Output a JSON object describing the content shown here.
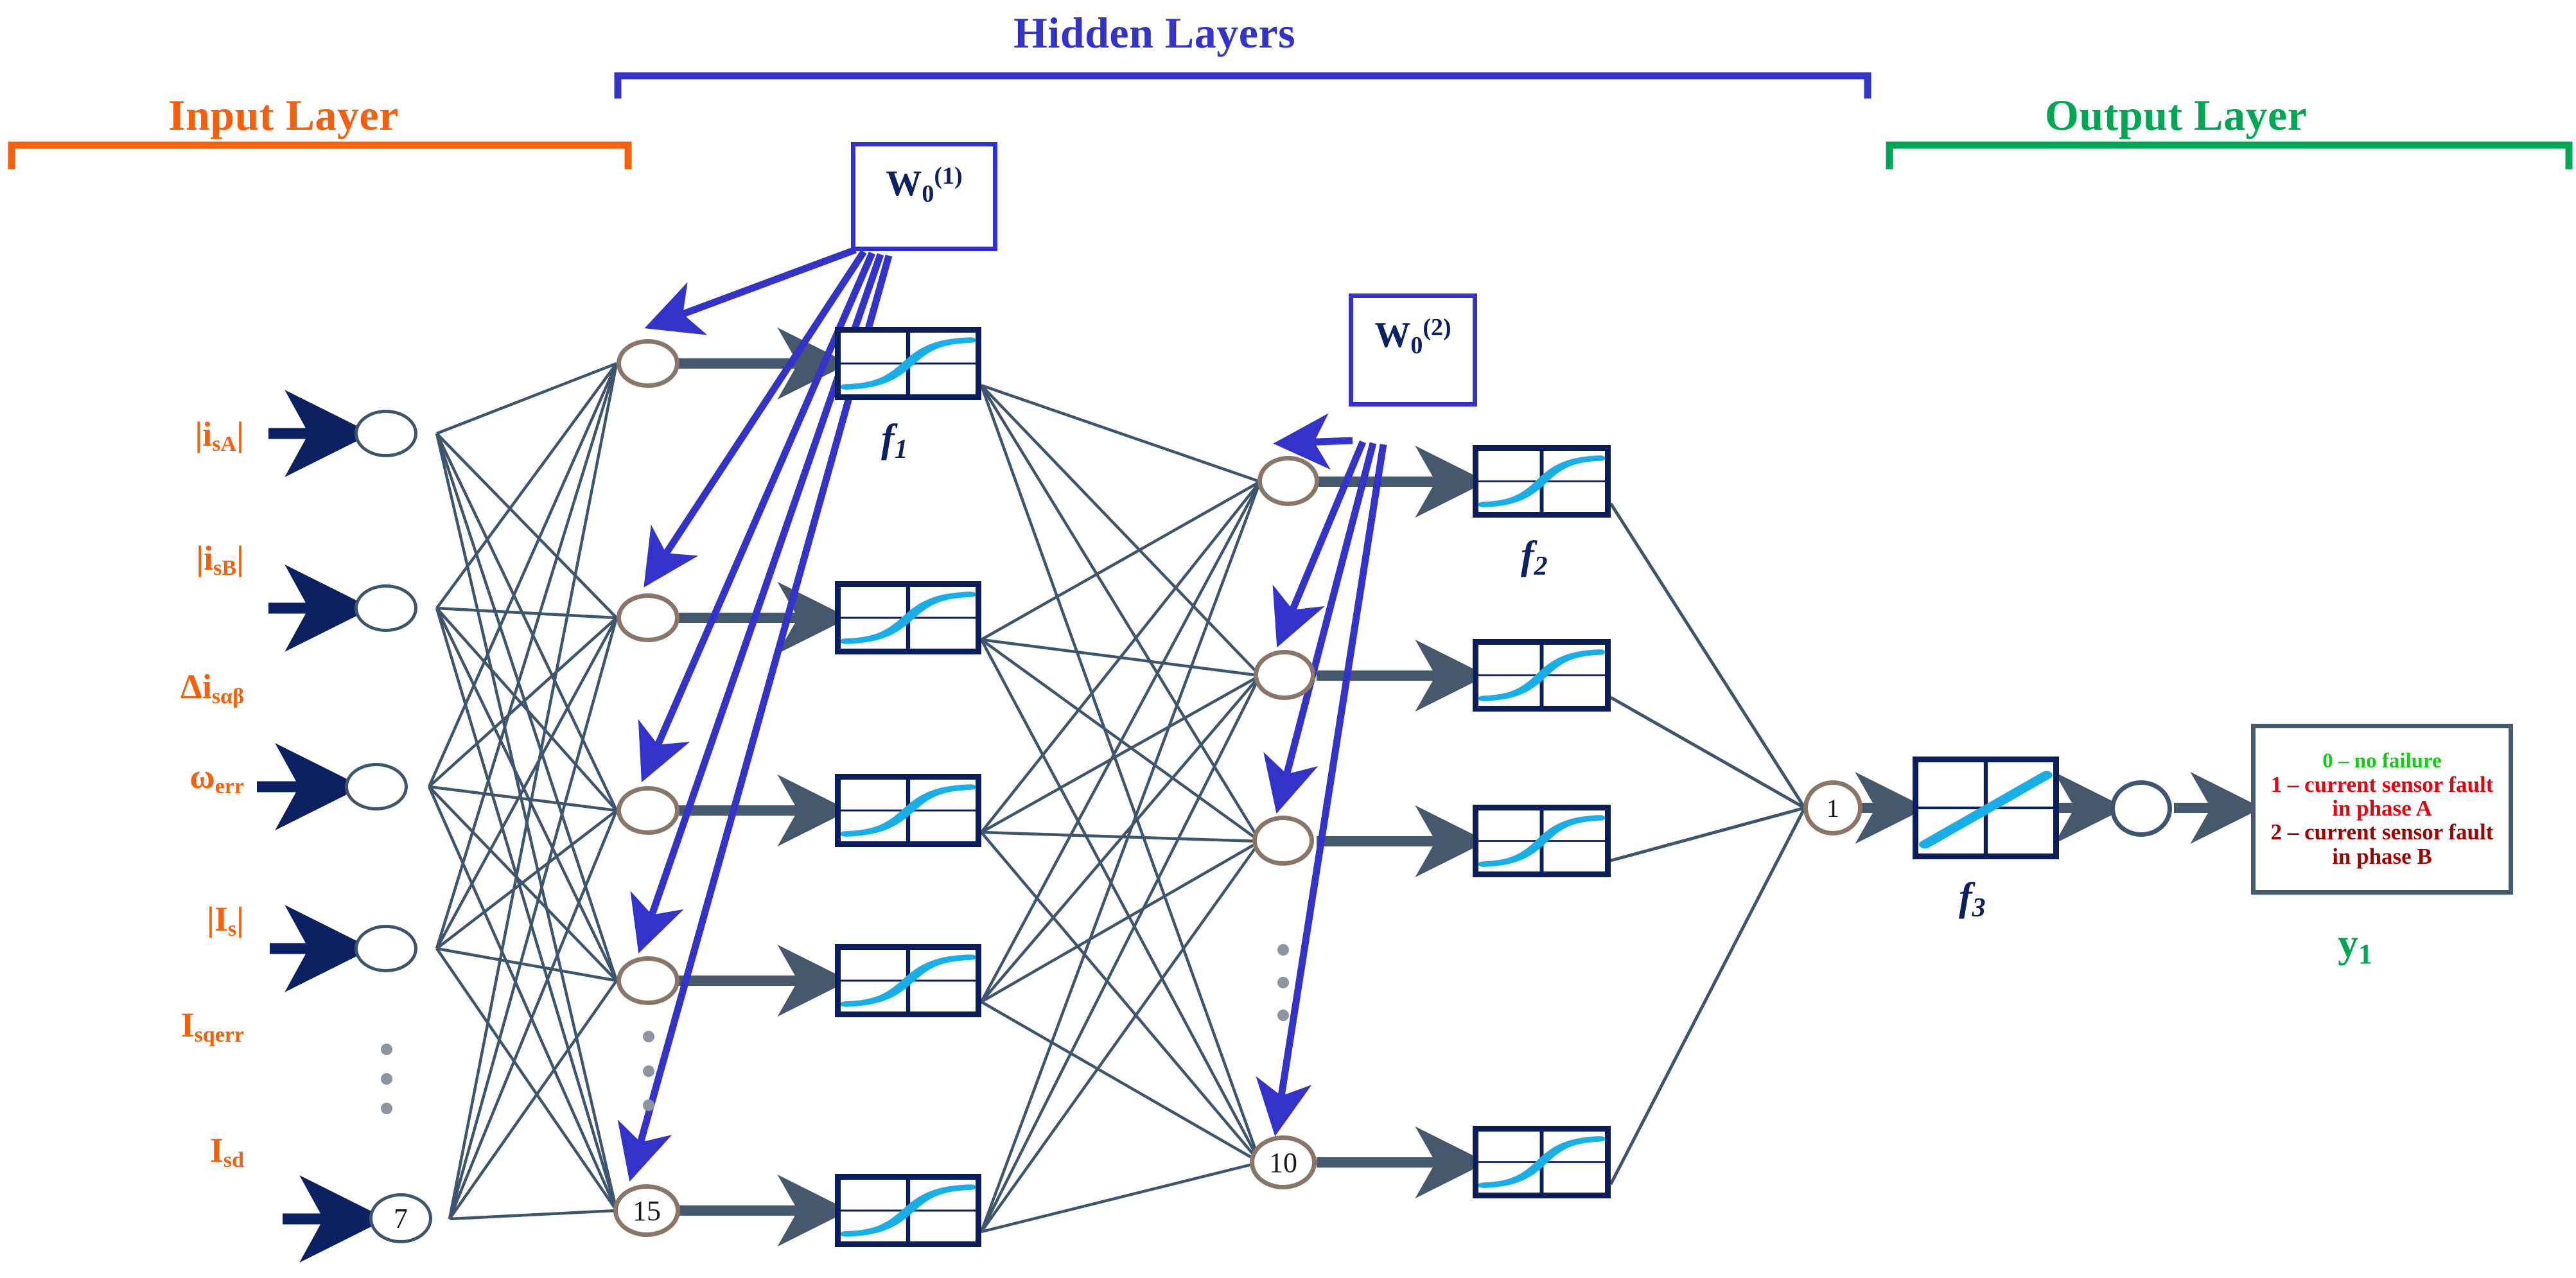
{
  "headers": {
    "input": "Input Layer",
    "hidden": "Hidden Layers",
    "output": "Output Layer"
  },
  "colors": {
    "input_accent": "#F4600C",
    "hidden_accent": "#3333CC",
    "output_accent": "#00A651",
    "neuron_hidden_stroke": "#8A7668",
    "neuron_input_stroke": "#3E556E",
    "edge": "#3E556E",
    "activation_stroke": "#0B1E5B",
    "activation_curve": "#18AEE8",
    "weight_arrow": "#3333CC",
    "input_arrow": "#0B2161",
    "dots": "#8C94A0"
  },
  "inputs": [
    {
      "label": "|isA|",
      "main": "|i",
      "sub": "sA",
      "close": "|"
    },
    {
      "label": "|isB|",
      "main": "|i",
      "sub": "sB",
      "close": "|"
    },
    {
      "label": "Δisαβ",
      "main": "Δi",
      "sub": "sαβ",
      "close": ""
    },
    {
      "label": "ωerr",
      "main": "ω",
      "sub": "err",
      "close": ""
    },
    {
      "label": "|Is|",
      "main": "|I",
      "sub": "s",
      "close": "|"
    },
    {
      "label": "Isqerr",
      "main": "I",
      "sub": "sqerr",
      "close": ""
    },
    {
      "label": "Isd",
      "main": "I",
      "sub": "sd",
      "close": ""
    }
  ],
  "input_layer": {
    "neuron_count_label": "7",
    "visible_neurons": [
      "",
      "",
      "",
      "",
      "7"
    ],
    "dots": "⋮"
  },
  "hidden_layer_1": {
    "weight_box_label": {
      "main": "W",
      "sub": "0",
      "sup": "(1)",
      "full": "W0(1)"
    },
    "activation_label": {
      "main": "f",
      "sub": "1",
      "full": "f1"
    },
    "activation_type": "sigmoid",
    "neuron_count_label": "15",
    "visible_neurons": [
      "",
      "",
      "",
      "",
      "15"
    ],
    "activation_boxes": 5
  },
  "hidden_layer_2": {
    "weight_box_label": {
      "main": "W",
      "sub": "0",
      "sup": "(2)",
      "full": "W0(2)"
    },
    "activation_label": {
      "main": "f",
      "sub": "2",
      "full": "f2"
    },
    "activation_type": "sigmoid",
    "neuron_count_label": "10",
    "visible_neurons": [
      "",
      "",
      "",
      "10"
    ],
    "activation_boxes": 4
  },
  "output_layer": {
    "neuron_count_label": "1",
    "activation_label": {
      "main": "f",
      "sub": "3",
      "full": "f3"
    },
    "activation_type": "linear",
    "output_neuron": "",
    "result_lines": [
      {
        "text": "0 – no failure",
        "color": "#16C916"
      },
      {
        "text": "1 – current sensor fault",
        "color": "#E8000B"
      },
      {
        "text": "in phase A",
        "color": "#E8000B"
      },
      {
        "text": "2 – current sensor fault",
        "color": "#9E0000"
      },
      {
        "text": "in phase B",
        "color": "#9E0000"
      }
    ],
    "output_symbol": {
      "main": "y",
      "sub": "1",
      "full": "y1"
    }
  }
}
